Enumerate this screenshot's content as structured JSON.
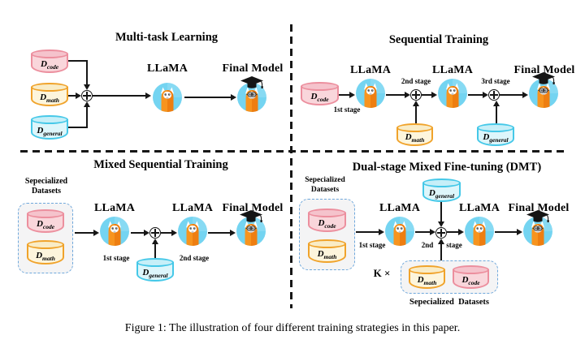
{
  "caption": "Figure 1: The illustration of four different training strategies in this paper.",
  "shared": {
    "llama": "LLaMA",
    "final_model": "Final Model"
  },
  "datasets": {
    "code": {
      "prefix": "D",
      "sub": "code"
    },
    "math": {
      "prefix": "D",
      "sub": "math"
    },
    "general": {
      "prefix": "D",
      "sub": "general"
    }
  },
  "quadrants": {
    "multi_task": {
      "title": "Multi-task Learning"
    },
    "sequential": {
      "title": "Sequential Training",
      "stage1": "1st stage",
      "stage2": "2nd stage",
      "stage3": "3rd stage"
    },
    "mixed_sequential": {
      "title": "Mixed Sequential Training",
      "specialized_line1": "Sepecialized",
      "specialized_line2": "Datasets",
      "stage1": "1st stage",
      "stage2": "2nd stage"
    },
    "dmt": {
      "title": "Dual-stage Mixed Fine-tuning (DMT)",
      "specialized_line1": "Sepecialized",
      "specialized_line2": "Datasets",
      "stage1": "1st stage",
      "stage2_left": "2nd",
      "stage2_right": "stage",
      "k_times": "K ×",
      "specialized_bottom": "Sepecialized  Datasets"
    }
  },
  "icons": {
    "model": "llama-face-icon",
    "final_model": "llama-graduate-icon",
    "merge": "circled-plus-icon",
    "dataset": "database-cylinder-icon"
  },
  "colors": {
    "css_vars": {
      "ink": "#161616",
      "pink-border": "#ec8f9e",
      "pink-fill": "#f9d6db",
      "pink-top": "#f5c3cc",
      "gold-border": "#f0a32b",
      "gold-fill": "#fdf5dc",
      "gold-top": "#f9ecc6",
      "cyan-border": "#45c8e8",
      "cyan-fill": "#ddf6fb",
      "cyan-top": "#c6eff8",
      "box-border": "#6fa8dc",
      "box-fill": "#f4f4f5",
      "circle-bg": "#74d4f1",
      "llama-orange": "#f7941e",
      "llama-orange-dark": "#ee7e11"
    }
  }
}
